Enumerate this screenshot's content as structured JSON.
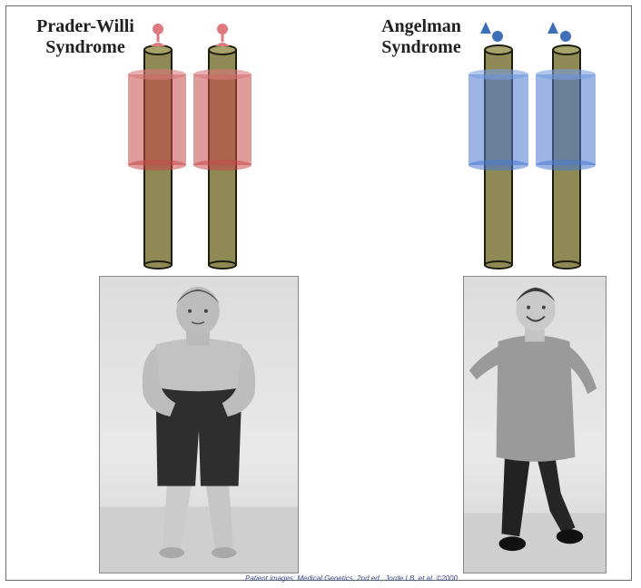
{
  "labels": {
    "prader_willi_line1": "Prader-Willi",
    "prader_willi_line2": "Syndrome",
    "angelman_line1": "Angelman",
    "angelman_line2": "Syndrome"
  },
  "credit": "Patient images: Medical Genetics, 2nd ed., Jorde LB, et al. ©2000",
  "colors": {
    "chromosome": "#8f8a55",
    "chromosome_stroke": "#1e1e10",
    "paternal_marker": "#e0787f",
    "maternal_marker": "#3f6fb8",
    "pws_region": "#c74848",
    "as_region": "#4a78d0",
    "frame_border": "#6a6a6a"
  },
  "photos": {
    "left": "photo-child-prader-willi",
    "right": "photo-child-angelman"
  }
}
